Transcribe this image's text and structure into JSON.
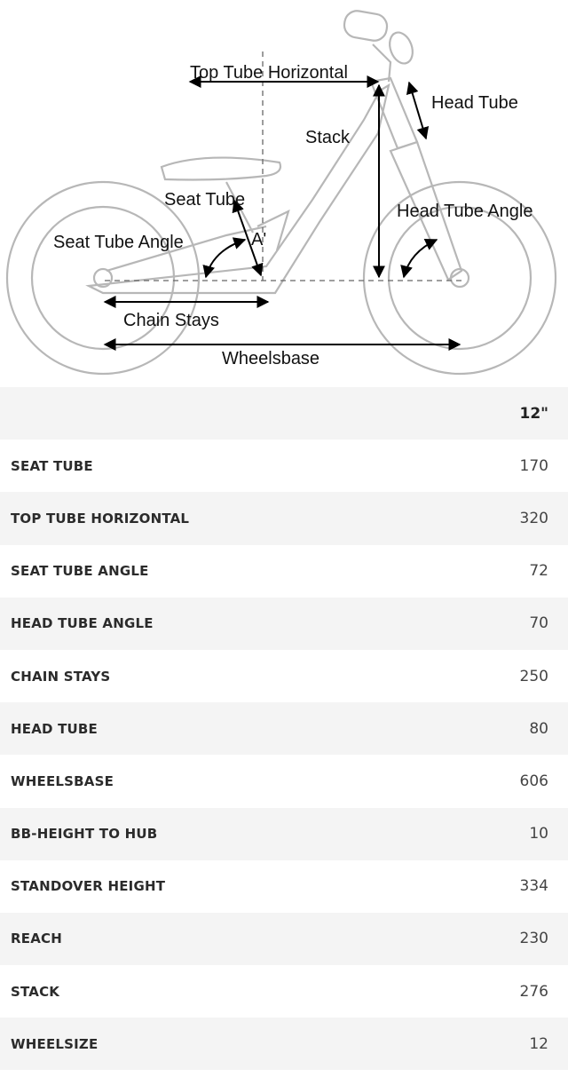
{
  "diagram": {
    "labels": {
      "top_tube_horizontal": "Top Tube Horizontal",
      "head_tube": "Head Tube",
      "stack": "Stack",
      "seat_tube": "Seat Tube",
      "head_tube_angle": "Head Tube Angle",
      "seat_tube_angle": "Seat Tube Angle",
      "a_prime": "A'",
      "chain_stays": "Chain Stays",
      "wheelsbase": "Wheelsbase"
    }
  },
  "table": {
    "size_header": "12\"",
    "rows": [
      {
        "name": "SEAT TUBE",
        "value": "170"
      },
      {
        "name": "TOP TUBE HORIZONTAL",
        "value": "320"
      },
      {
        "name": "SEAT TUBE ANGLE",
        "value": "72"
      },
      {
        "name": "HEAD TUBE ANGLE",
        "value": "70"
      },
      {
        "name": "CHAIN STAYS",
        "value": "250"
      },
      {
        "name": "HEAD TUBE",
        "value": "80"
      },
      {
        "name": "WHEELSBASE",
        "value": "606"
      },
      {
        "name": "BB-HEIGHT TO HUB",
        "value": "10"
      },
      {
        "name": "STANDOVER HEIGHT",
        "value": "334"
      },
      {
        "name": "REACH",
        "value": "230"
      },
      {
        "name": "STACK",
        "value": "276"
      },
      {
        "name": "WHEELSIZE",
        "value": "12"
      }
    ]
  }
}
